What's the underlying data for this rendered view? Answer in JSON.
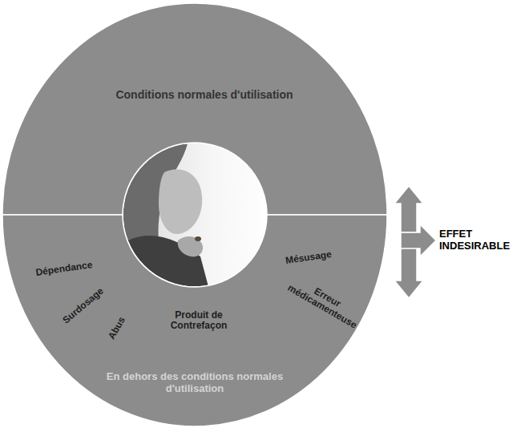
{
  "diagram": {
    "nodes": [
      {
        "text": [
          "Conditions normales d'utilisation"
        ]
      },
      {
        "text": [
          "En dehors des conditions normales d'utilisation"
        ]
      },
      {
        "text": [
          "EFFET INDESIRABLE"
        ]
      }
    ],
    "edges": [
      {
        "from": 0,
        "to": 2,
        "arrow": "both"
      },
      {
        "from": 1,
        "to": 2,
        "arrow": "both"
      }
    ],
    "labels": [
      "Dépendance",
      "Surdosage",
      "Abus",
      "Produit de Contrefaçon",
      "Mésusage",
      "Erreur médicamenteuse"
    ]
  }
}
